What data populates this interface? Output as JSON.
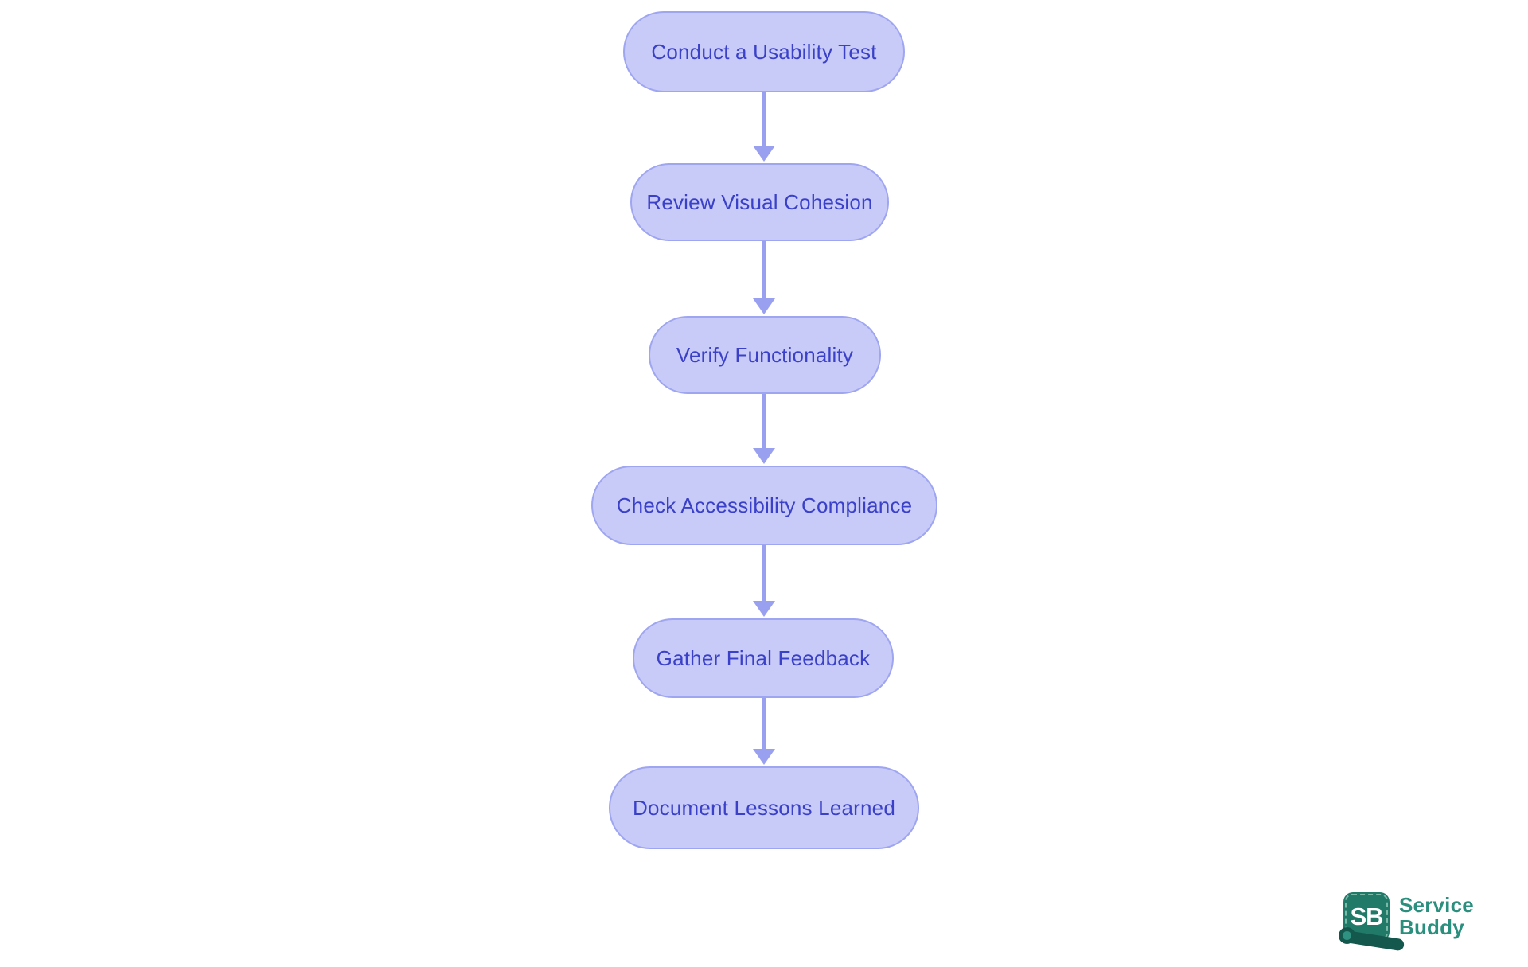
{
  "flowchart": {
    "nodes": [
      {
        "id": "step-1",
        "label": "Conduct a Usability Test"
      },
      {
        "id": "step-2",
        "label": "Review Visual Cohesion"
      },
      {
        "id": "step-3",
        "label": "Verify Functionality"
      },
      {
        "id": "step-4",
        "label": "Check Accessibility Compliance"
      },
      {
        "id": "step-5",
        "label": "Gather Final Feedback"
      },
      {
        "id": "step-6",
        "label": "Document Lessons Learned"
      }
    ],
    "edges": [
      {
        "from": "step-1",
        "to": "step-2"
      },
      {
        "from": "step-2",
        "to": "step-3"
      },
      {
        "from": "step-3",
        "to": "step-4"
      },
      {
        "from": "step-4",
        "to": "step-5"
      },
      {
        "from": "step-5",
        "to": "step-6"
      }
    ]
  },
  "logo": {
    "badge_text": "SB",
    "name_line1": "Service",
    "name_line2": "Buddy"
  },
  "colors": {
    "node_fill": "#c8caf8",
    "node_border": "#9ea5f1",
    "node_text": "#3a41c8",
    "arrow": "#9aa0f0",
    "badge_bg": "#217a68",
    "badge_dash": "#7ab8a8",
    "badge_letters": "#ffffff",
    "curl": "#14584d",
    "logo_text": "#2b8f7e",
    "background": "#ffffff"
  }
}
